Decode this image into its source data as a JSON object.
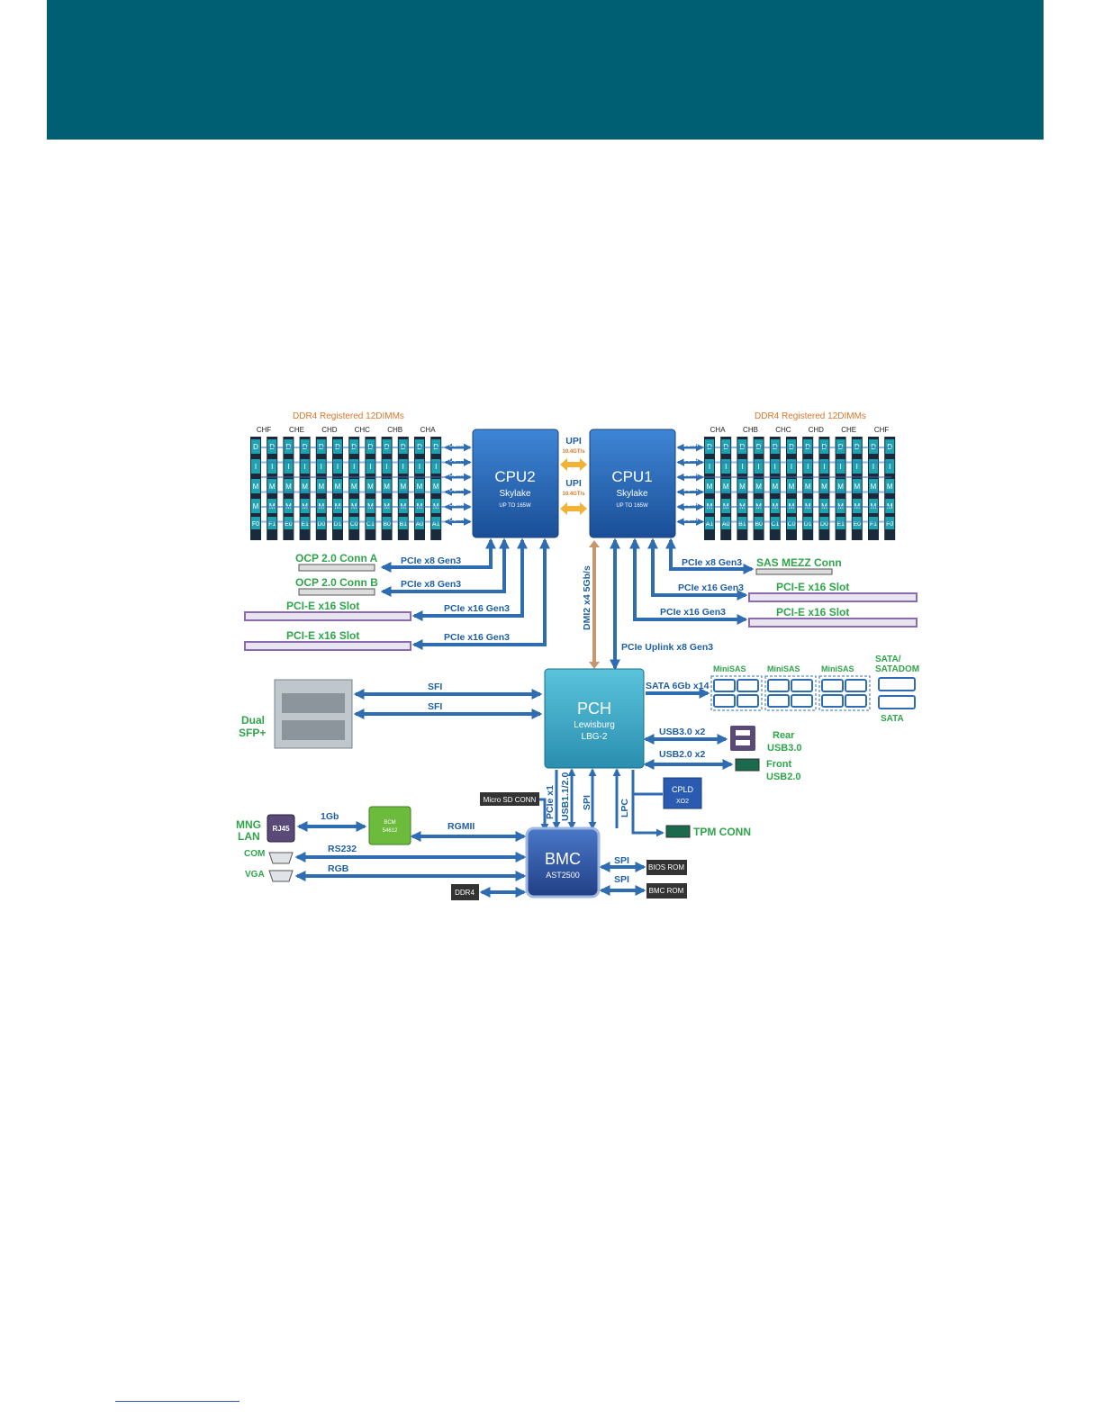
{
  "colors": {
    "header": "#005f73",
    "arrow": "#2f6db3",
    "chip": "#1f5ea8",
    "pch": "#3aa6c4",
    "bmc": "#2a4f9a",
    "text_blue": "#1e5fa5",
    "text_green": "#2fa54a",
    "text_orange": "#d9772b",
    "upi": "#f2b233",
    "dmi": "#c9956b",
    "dimm": "#1fa3b0",
    "purple_slot": "#8b6bb0"
  },
  "ddr_left": {
    "title": "DDR4 Registered 12DIMMs",
    "channels": [
      "CHF",
      "CHE",
      "CHD",
      "CHC",
      "CHB",
      "CHA"
    ],
    "slots": [
      "F0",
      "F1",
      "E0",
      "E1",
      "D0",
      "D1",
      "C0",
      "C1",
      "B0",
      "B1",
      "A0",
      "A1"
    ]
  },
  "ddr_right": {
    "title": "DDR4 Registered 12DIMMs",
    "channels": [
      "CHA",
      "CHB",
      "CHC",
      "CHD",
      "CHE",
      "CHF"
    ],
    "slots": [
      "A1",
      "A0",
      "B1",
      "B0",
      "C1",
      "C0",
      "D1",
      "D0",
      "E1",
      "E0",
      "F1",
      "F0"
    ]
  },
  "dimm_letters": [
    "D",
    "I",
    "M",
    "M"
  ],
  "ddr_bus_label": "DDR4",
  "cpu2": {
    "name": "CPU2",
    "arch": "Skylake",
    "power": "UP TO 165W"
  },
  "cpu1": {
    "name": "CPU1",
    "arch": "Skylake",
    "power": "UP TO 165W"
  },
  "upi": {
    "label": "UPI",
    "speed": "10.4GT/s"
  },
  "dmi": "DMI2  x4 5Gb/s",
  "left_links": [
    {
      "target": "OCP 2.0 Conn A",
      "label": "PCIe x8 Gen3"
    },
    {
      "target": "OCP 2.0 Conn B",
      "label": "PCIe x8 Gen3"
    },
    {
      "target": "PCI-E x16 Slot",
      "label": "PCIe x16 Gen3"
    },
    {
      "target": "PCI-E x16 Slot",
      "label": "PCIe x16 Gen3"
    }
  ],
  "right_links": [
    {
      "target": "SAS MEZZ Conn",
      "label": "PCIe x8 Gen3"
    },
    {
      "target": "PCI-E x16 Slot",
      "label": "PCIe x16 Gen3"
    },
    {
      "target": "PCI-E x16 Slot",
      "label": "PCIe x16 Gen3"
    }
  ],
  "uplink": "PCIe Uplink x8 Gen3",
  "pch": {
    "name": "PCH",
    "sub1": "Lewisburg",
    "sub2": "LBG-2"
  },
  "sfi": [
    "SFI",
    "SFI"
  ],
  "sfp": {
    "line1": "Dual",
    "line2": "SFP+"
  },
  "sata_link": "SATA 6Gb x14",
  "minisas": [
    "MiniSAS",
    "MiniSAS",
    "MiniSAS"
  ],
  "satadom": {
    "line1": "SATA/",
    "line2": "SATADOM",
    "bottom": "SATA"
  },
  "usb3": {
    "link": "USB3.0 x2",
    "line1": "Rear",
    "line2": "USB3.0"
  },
  "usb2": {
    "link": "USB2.0 x2",
    "line1": "Front",
    "line2": "USB2.0"
  },
  "cpld": {
    "line1": "CPLD",
    "line2": "XO2"
  },
  "tpm": "TPM CONN",
  "microsd": "Micro SD CONN",
  "vertical_links": [
    "PCIe x1",
    "USB1.1/2.0",
    "SPI",
    "LPC"
  ],
  "bmc": {
    "name": "BMC",
    "model": "AST2500"
  },
  "mng": {
    "line1": "MNG",
    "line2": "LAN",
    "port": "RJ45",
    "speed": "1Gb"
  },
  "bcm": {
    "line1": "BCM",
    "line2": "54612"
  },
  "rgmii": "RGMII",
  "com": {
    "label": "COM",
    "link": "RS232"
  },
  "vga": {
    "label": "VGA",
    "link": "RGB"
  },
  "bmc_ddr": "DDR4",
  "bios_rom": {
    "label": "BIOS ROM",
    "link": "SPI"
  },
  "bmc_rom": {
    "label": "BMC ROM",
    "link": "SPI"
  }
}
